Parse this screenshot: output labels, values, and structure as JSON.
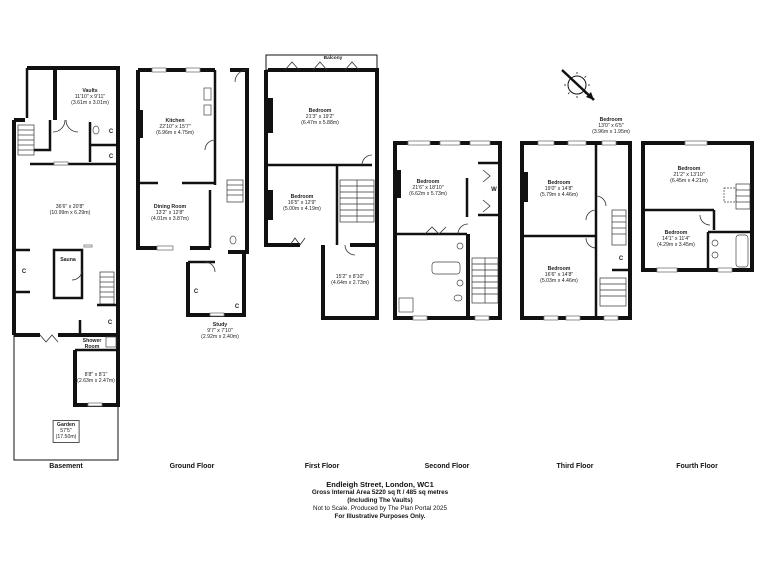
{
  "plan": {
    "address": "Endleigh Street, London, WC1",
    "area": "Gross Internal Area 5220 sq ft / 485 sq metres",
    "area_note": "(Including The Vaults)",
    "disclaimer": "Not to Scale. Produced by The Plan Portal 2025",
    "illustrative": "For Illustrative Purposes Only.",
    "compass": "N"
  },
  "floors": [
    {
      "name": "Basement",
      "rooms": [
        {
          "name": "Vaults",
          "size_imperial": "11'10\" x 9'11\"",
          "size_metric": "(3.61m x 3.01m)"
        },
        {
          "name": "",
          "size_imperial": "36'6\" x 20'8\"",
          "size_metric": "(10.99m x 6.29m)"
        },
        {
          "name": "Sauna",
          "size_imperial": "",
          "size_metric": ""
        },
        {
          "name": "Shower Room",
          "size_imperial": "",
          "size_metric": ""
        },
        {
          "name": "",
          "size_imperial": "8'8\" x 8'1\"",
          "size_metric": "(2.63m x 2.47m)"
        },
        {
          "name": "Garden",
          "size_imperial": "57'5\"",
          "size_metric": "(17.50m)"
        }
      ],
      "cupboards": [
        "C",
        "C",
        "C",
        "C",
        "C"
      ]
    },
    {
      "name": "Ground Floor",
      "rooms": [
        {
          "name": "Kitchen",
          "size_imperial": "22'10\" x 15'7\"",
          "size_metric": "(6.96m x 4.75m)"
        },
        {
          "name": "Dining Room",
          "size_imperial": "13'2\" x 12'8\"",
          "size_metric": "(4.01m x 3.87m)"
        },
        {
          "name": "Study",
          "size_imperial": "9'7\" x 7'10\"",
          "size_metric": "(2.92m x 2.40m)"
        }
      ],
      "cupboards": [
        "C",
        "C"
      ]
    },
    {
      "name": "First Floor",
      "rooms": [
        {
          "name": "Balcony",
          "size_imperial": "",
          "size_metric": ""
        },
        {
          "name": "Bedroom",
          "size_imperial": "21'3\" x 19'2\"",
          "size_metric": "(6.47m x 5.88m)"
        },
        {
          "name": "Bedroom",
          "size_imperial": "16'5\" x 12'9\"",
          "size_metric": "(5.00m x 4.19m)"
        },
        {
          "name": "",
          "size_imperial": "15'2\" x 8'10\"",
          "size_metric": "(4.64m x 2.73m)"
        }
      ]
    },
    {
      "name": "Second Floor",
      "rooms": [
        {
          "name": "Bedroom",
          "size_imperial": "21'6\" x 18'10\"",
          "size_metric": "(6.62m x 5.73m)"
        }
      ],
      "wardrobe": "W"
    },
    {
      "name": "Third Floor",
      "rooms": [
        {
          "name": "Bedroom",
          "size_imperial": "13'0\" x 6'5\"",
          "size_metric": "(3.96m x 1.95m)"
        },
        {
          "name": "Bedroom",
          "size_imperial": "19'0\" x 14'8\"",
          "size_metric": "(5.79m x 4.46m)"
        },
        {
          "name": "Bedroom",
          "size_imperial": "16'6\" x 14'8\"",
          "size_metric": "(5.03m x 4.46m)"
        }
      ],
      "cupboards": [
        "C"
      ]
    },
    {
      "name": "Fourth Floor",
      "rooms": [
        {
          "name": "Bedroom",
          "size_imperial": "21'2\" x 13'10\"",
          "size_metric": "(6.45m x 4.21m)"
        },
        {
          "name": "Bedroom",
          "size_imperial": "14'1\" x 11'4\"",
          "size_metric": "(4.29m x 3.45m)"
        }
      ]
    }
  ]
}
